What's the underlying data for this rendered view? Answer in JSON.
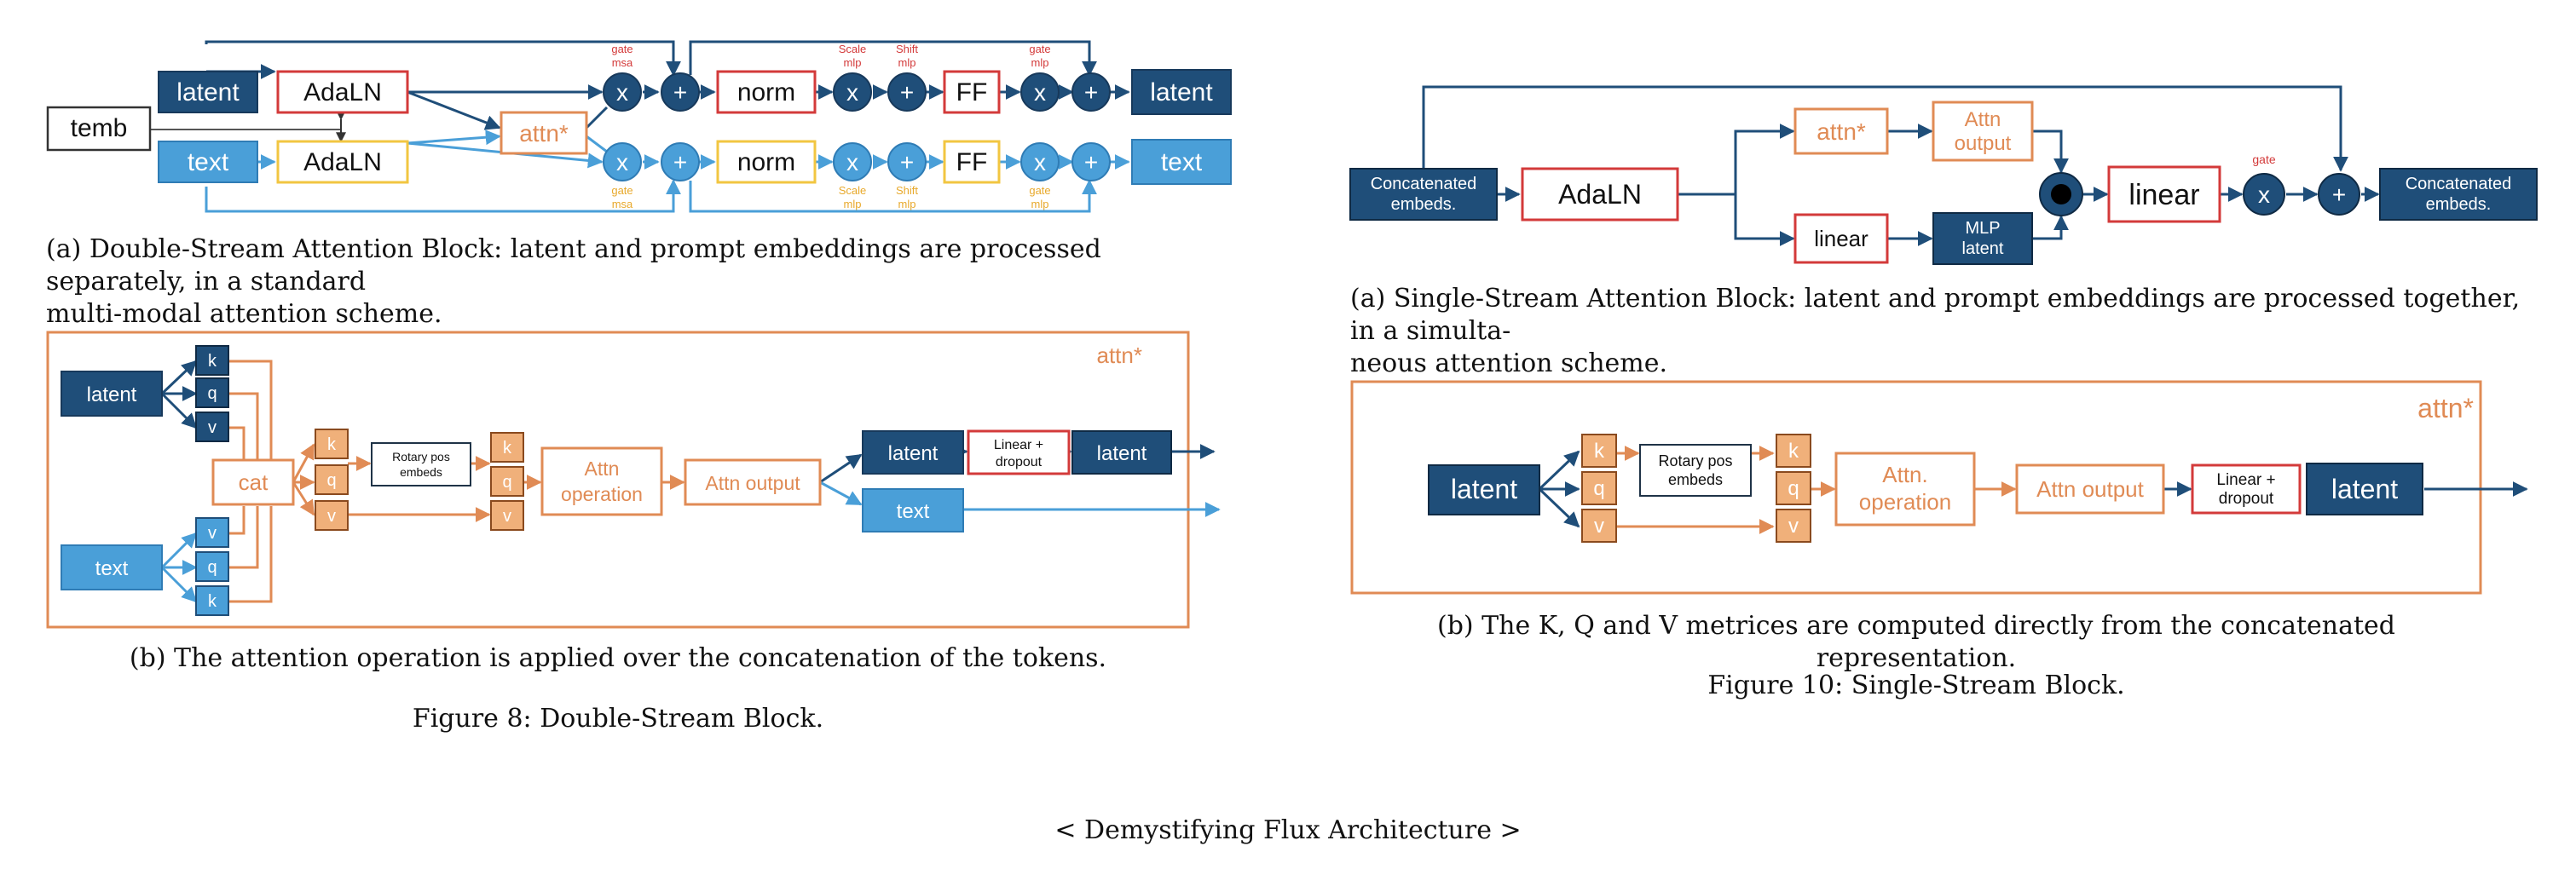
{
  "left": {
    "a": {
      "temb": "temb",
      "latent_in": "latent",
      "text_in": "text",
      "adaln_top": "AdaLN",
      "adaln_bot": "AdaLN",
      "attn": "attn*",
      "x": "x",
      "plus": "+",
      "norm": "norm",
      "ff": "FF",
      "latent_out": "latent",
      "text_out": "text",
      "lbl_gate": "gate",
      "lbl_msa": "msa",
      "lbl_scale": "Scale",
      "lbl_shift": "Shift",
      "lbl_mlp": "mlp"
    },
    "caption_a_1": "(a) Double-Stream Attention Block: latent and prompt embeddings are processed separately, in a standard",
    "caption_a_2": "multi-modal attention scheme.",
    "b": {
      "corner": "attn*",
      "latent": "latent",
      "text": "text",
      "k": "k",
      "q": "q",
      "v": "v",
      "cat": "cat",
      "rotary_1": "Rotary pos",
      "rotary_2": "embeds",
      "attn_op_1": "Attn",
      "attn_op_2": "operation",
      "attn_out": "Attn output",
      "latent_mid": "latent",
      "text_mid": "text",
      "linear_1": "Linear +",
      "linear_2": "dropout",
      "latent_out": "latent"
    },
    "caption_b": "(b) The attention operation is applied over the concatenation of the tokens.",
    "figure": "Figure 8: Double-Stream Block."
  },
  "right": {
    "a": {
      "concat_in_1": "Concatenated",
      "concat_in_2": "embeds.",
      "adaln": "AdaLN",
      "attn": "attn*",
      "attn_out_1": "Attn",
      "attn_out_2": "output",
      "linear_small": "linear",
      "mlp_1": "MLP",
      "mlp_2": "latent",
      "linear_big": "linear",
      "gate": "gate",
      "x": "x",
      "plus": "+",
      "concat_out_1": "Concatenated",
      "concat_out_2": "embeds."
    },
    "caption_a_1": "(a) Single-Stream Attention Block: latent and prompt embeddings are processed together, in a simulta-",
    "caption_a_2": "neous attention scheme.",
    "b": {
      "corner": "attn*",
      "latent": "latent",
      "k": "k",
      "q": "q",
      "v": "v",
      "rotary_1": "Rotary pos",
      "rotary_2": "embeds",
      "attn_op_1": "Attn.",
      "attn_op_2": "operation",
      "attn_out": "Attn output",
      "linear_1": "Linear +",
      "linear_2": "dropout",
      "latent_out": "latent"
    },
    "caption_b": "(b) The K, Q and V metrices are computed directly from the concatenated representation.",
    "figure": "Figure 10: Single-Stream Block."
  },
  "footer": "< Demystifying Flux Architecture >",
  "colors": {
    "dark": "#1f4e79",
    "light": "#4a9fd8",
    "orange": "#e08b55",
    "red": "#d33a3a",
    "yellow": "#f2c641",
    "kqv": "#f0b07a"
  }
}
